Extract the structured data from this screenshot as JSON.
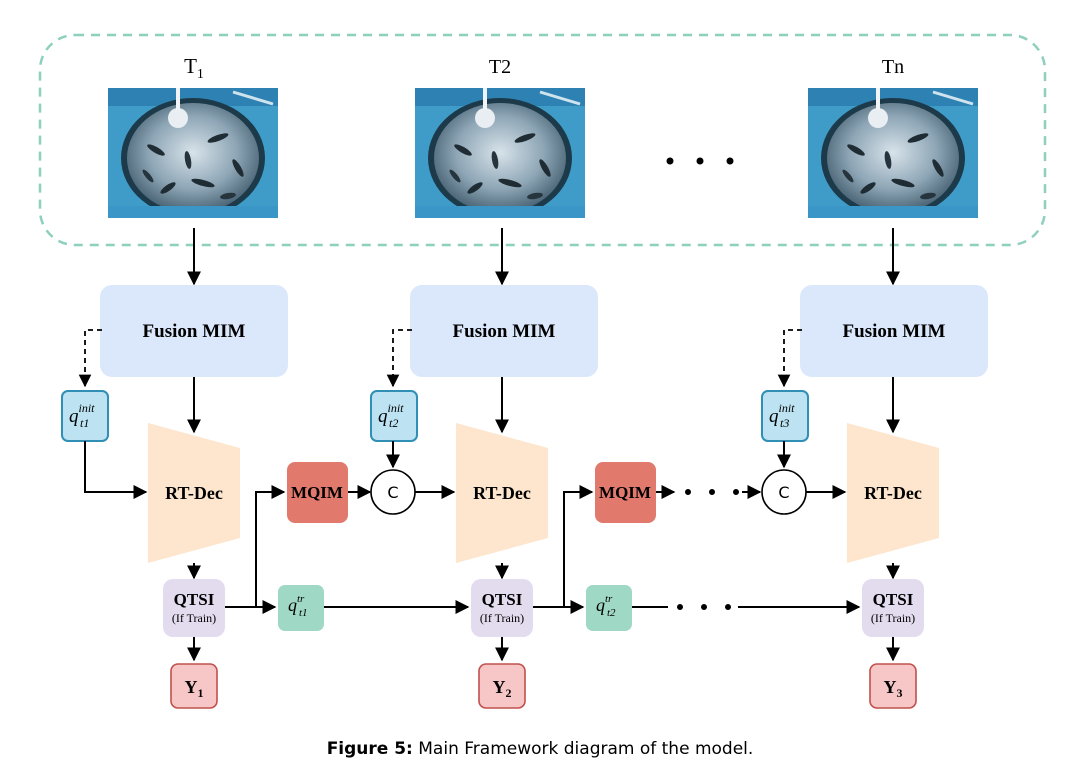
{
  "frames": [
    {
      "label": "T",
      "sub": "1"
    },
    {
      "label": "T2",
      "sub": ""
    },
    {
      "label": "Tn",
      "sub": ""
    }
  ],
  "fusion_label": "Fusion MIM",
  "rt_dec_label": "RT-Dec",
  "mqim_label": "MQIM",
  "concat_label": "C",
  "qtsi_label": "QTSI",
  "qtsi_sub": "(If Train)",
  "query_init": [
    {
      "base": "q",
      "sup": "init",
      "sub": "t1"
    },
    {
      "base": "q",
      "sup": "init",
      "sub": "t2"
    },
    {
      "base": "q",
      "sup": "init",
      "sub": "t3"
    }
  ],
  "query_tr": [
    {
      "base": "q",
      "sup": "tr",
      "sub": "t1"
    },
    {
      "base": "q",
      "sup": "tr",
      "sub": "t2"
    }
  ],
  "outputs": [
    {
      "base": "Y",
      "sub": "1"
    },
    {
      "base": "Y",
      "sub": "2"
    },
    {
      "base": "Y",
      "sub": "3"
    }
  ],
  "caption": {
    "prefix": "Figure 5:",
    "text": " Main Framework diagram of the model."
  },
  "colors": {
    "dashed_border": "#8ecfbe",
    "fusion_fill": "#dbe8fb",
    "rtdec_fill": "#fde6cd",
    "mqim_fill": "#e2796d",
    "qtsi_fill": "#e3dbee",
    "qinit_fill": "#bde3f2",
    "qinit_stroke": "#2f8fb4",
    "qtr_fill": "#9fd8c4",
    "output_fill": "#f7c7c7",
    "output_stroke": "#c0504d",
    "arrow": "#000000",
    "water": "#3f9cc9"
  }
}
